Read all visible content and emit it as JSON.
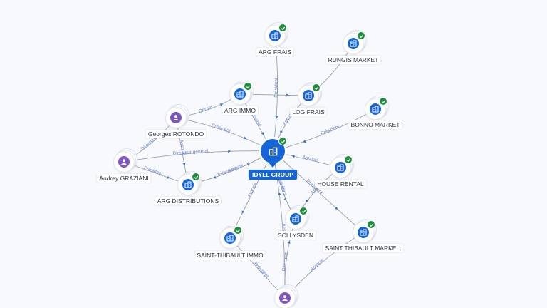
{
  "colors": {
    "company": "#1565d8",
    "person": "#7e57c2",
    "verified": "#1e8e3e",
    "edge": "#9aa0ad",
    "edge_label": "#6f86c9"
  },
  "center": {
    "name": "IDYLL GROUP",
    "icon": "building-icon"
  },
  "companies": [
    {
      "id": "arg_frais",
      "name": "ARG FRAIS",
      "icon": "building-icon",
      "verified": true
    },
    {
      "id": "rungis",
      "name": "RUNGIS MARKET",
      "icon": "building-icon",
      "verified": true
    },
    {
      "id": "arg_immo",
      "name": "ARG IMMO",
      "icon": "building-icon",
      "verified": true
    },
    {
      "id": "logifrais",
      "name": "LOGIFRAIS",
      "icon": "building-icon",
      "verified": true
    },
    {
      "id": "bonno",
      "name": "BONNO MARKET",
      "icon": "building-icon",
      "verified": true
    },
    {
      "id": "house_rental",
      "name": "HOUSE RENTAL",
      "icon": "building-icon",
      "verified": true
    },
    {
      "id": "arg_distrib",
      "name": "ARG DISTRIBUTIONS",
      "icon": "building-icon",
      "verified": true
    },
    {
      "id": "sci_lysden",
      "name": "SCI LYSDEN",
      "icon": "building-icon",
      "verified": true
    },
    {
      "id": "saint_thibault_immo",
      "name": "SAINT-THIBAULT IMMO",
      "icon": "building-icon",
      "verified": true
    },
    {
      "id": "saint_thibault_market",
      "name": "SAINT THIBAULT MARKE...",
      "icon": "building-icon",
      "verified": true
    }
  ],
  "persons": [
    {
      "id": "georges",
      "name": "Georges ROTONDO",
      "icon": "person-icon"
    },
    {
      "id": "audrey",
      "name": "Audrey GRAZIANI",
      "icon": "person-icon"
    },
    {
      "id": "bottom_person",
      "name": "",
      "icon": "person-icon"
    }
  ],
  "edges": [
    {
      "from": "arg_frais",
      "to": "center",
      "label": "Président"
    },
    {
      "from": "arg_immo",
      "to": "center",
      "label": "Associé"
    },
    {
      "from": "logifrais",
      "to": "center",
      "label": "Associé"
    },
    {
      "from": "bonno",
      "to": "center",
      "label": "Président"
    },
    {
      "from": "house_rental",
      "to": "center",
      "label": "Associé"
    },
    {
      "from": "georges",
      "to": "arg_immo",
      "label": "Gérant"
    },
    {
      "from": "georges",
      "to": "center",
      "label": "Président"
    },
    {
      "from": "georges",
      "to": "arg_distrib",
      "label": "Associé"
    },
    {
      "from": "audrey",
      "to": "georges",
      "label": "Directeur"
    },
    {
      "from": "audrey",
      "to": "center",
      "label": "Directeur général"
    },
    {
      "from": "audrey",
      "to": "arg_distrib",
      "label": "Président"
    },
    {
      "from": "arg_distrib",
      "to": "center",
      "label": "Président"
    },
    {
      "from": "center",
      "to": "arg_distrib",
      "label": "Associé"
    },
    {
      "from": "center",
      "to": "saint_thibault_immo",
      "label": "Associé"
    },
    {
      "from": "center",
      "to": "sci_lysden",
      "label": "Associé"
    },
    {
      "from": "sci_lysden",
      "to": "center",
      "label": "Gérant"
    },
    {
      "from": "center",
      "to": "saint_thibault_market",
      "label": "Président"
    },
    {
      "from": "house_rental",
      "to": "sci_lysden",
      "label": "Associé"
    },
    {
      "from": "bottom_person",
      "to": "sci_lysden",
      "label": "Directeur"
    },
    {
      "from": "bottom_person",
      "to": "saint_thibault_immo",
      "label": "Président"
    },
    {
      "from": "bottom_person",
      "to": "center",
      "label": "Associé"
    },
    {
      "from": "bottom_person",
      "to": "saint_thibault_market",
      "label": "Associé"
    },
    {
      "from": "arg_immo",
      "to": "logifrais",
      "label": ""
    },
    {
      "from": "logifrais",
      "to": "rungis",
      "label": ""
    }
  ]
}
